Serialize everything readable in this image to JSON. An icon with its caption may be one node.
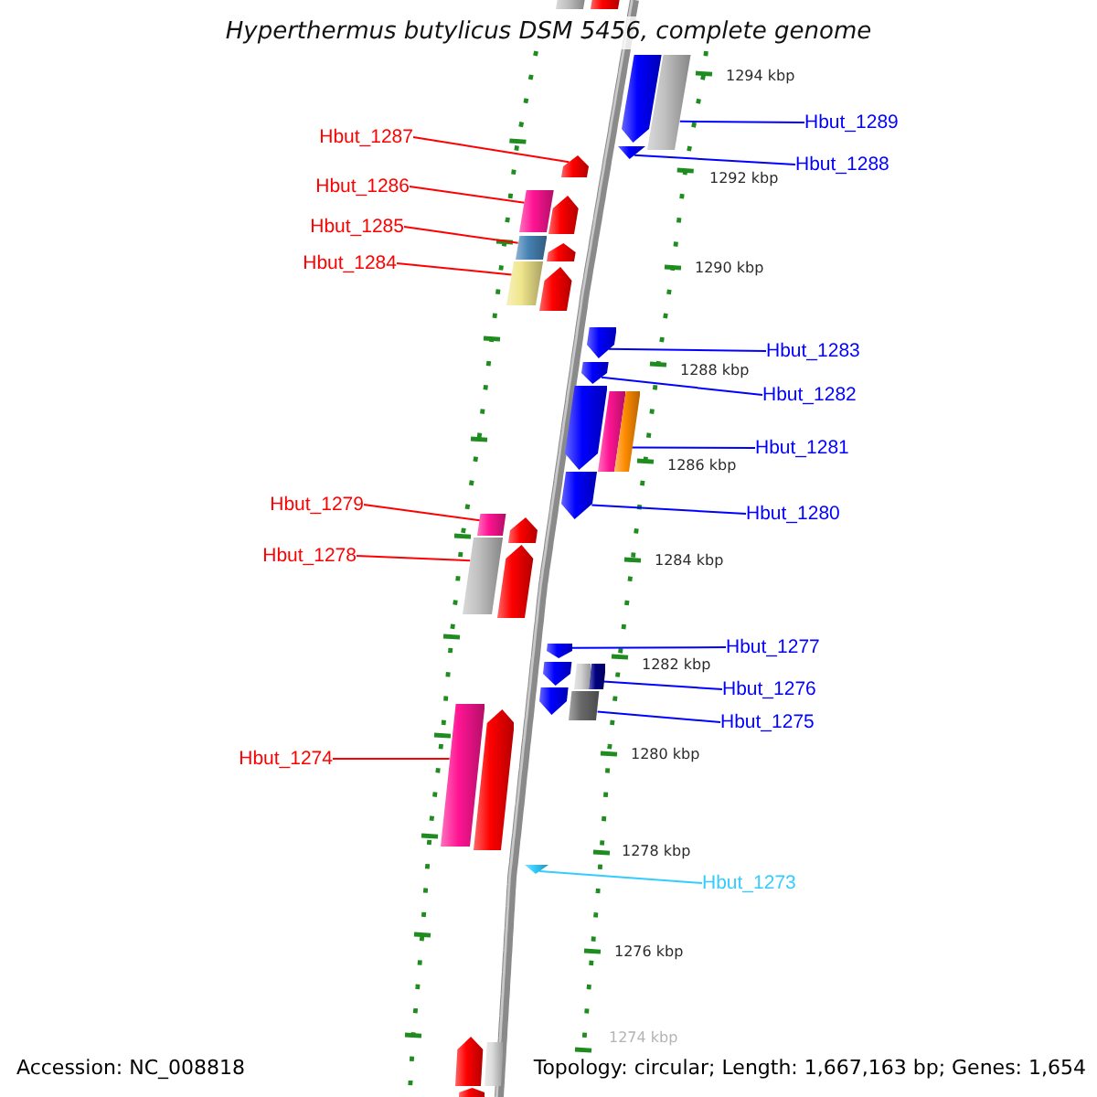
{
  "diagram": {
    "title": "Hyperthermus butylicus DSM 5456, complete genome",
    "nodes": [
      {
        "text": [
          "Hbut_1289"
        ]
      },
      {
        "text": [
          "Hbut_1287"
        ]
      },
      {
        "text": [
          "Hbut_1288"
        ]
      },
      {
        "text": [
          "Hbut_1286"
        ]
      },
      {
        "text": [
          "Hbut_1285"
        ]
      },
      {
        "text": [
          "Hbut_1284"
        ]
      },
      {
        "text": [
          "Hbut_1283"
        ]
      },
      {
        "text": [
          "Hbut_1282"
        ]
      },
      {
        "text": [
          "Hbut_1281"
        ]
      },
      {
        "text": [
          "Hbut_1279"
        ]
      },
      {
        "text": [
          "Hbut_1280"
        ]
      },
      {
        "text": [
          "Hbut_1278"
        ]
      },
      {
        "text": [
          "Hbut_1277"
        ]
      },
      {
        "text": [
          "Hbut_1276"
        ]
      },
      {
        "text": [
          "Hbut_1275"
        ]
      },
      {
        "text": [
          "Hbut_1274"
        ]
      },
      {
        "text": [
          "Hbut_1273"
        ]
      },
      {
        "text": [],
        "shape": "box"
      },
      {
        "text": [],
        "shape": "box"
      },
      {
        "text": [],
        "shape": "pentagon"
      },
      {
        "text": [],
        "shape": "box"
      },
      {
        "text": [],
        "shape": "triangle"
      },
      {
        "text": [],
        "shape": "pentagon"
      },
      {
        "text": [],
        "shape": "box"
      },
      {
        "text": [],
        "shape": "pentagon"
      },
      {
        "text": [],
        "shape": "box"
      },
      {
        "text": [],
        "shape": "pentagon"
      },
      {
        "text": [],
        "shape": "box"
      },
      {
        "text": [],
        "shape": "pentagon"
      },
      {
        "text": [],
        "shape": "pentagon"
      },
      {
        "text": [],
        "shape": "pentagon"
      },
      {
        "text": [],
        "shape": "pentagon"
      },
      {
        "text": [],
        "shape": "box"
      },
      {
        "text": [],
        "shape": "box"
      },
      {
        "text": [],
        "shape": "pentagon"
      },
      {
        "text": [],
        "shape": "box"
      },
      {
        "text": [],
        "shape": "pentagon"
      },
      {
        "text": [],
        "shape": "box"
      },
      {
        "text": [],
        "shape": "pentagon"
      },
      {
        "text": [],
        "shape": "pentagon"
      },
      {
        "text": [],
        "shape": "pentagon"
      },
      {
        "text": [],
        "shape": "box"
      },
      {
        "text": [],
        "shape": "box"
      },
      {
        "text": [],
        "shape": "pentagon"
      },
      {
        "text": [],
        "shape": "box"
      },
      {
        "text": [],
        "shape": "box"
      },
      {
        "text": [],
        "shape": "pentagon"
      },
      {
        "text": [],
        "shape": "triangle"
      },
      {
        "text": [],
        "shape": "pentagon"
      },
      {
        "text": [],
        "shape": "box"
      },
      {
        "text": [],
        "shape": "pentagon"
      }
    ],
    "edges": [
      {
        "from": 0,
        "to": 20,
        "arrow": "none"
      },
      {
        "from": 1,
        "to": 22,
        "arrow": "none",
        "color": "#ff0000"
      },
      {
        "from": 2,
        "to": 21,
        "arrow": "none"
      },
      {
        "from": 3,
        "to": 23,
        "arrow": "none",
        "color": "#ff0000"
      },
      {
        "from": 4,
        "to": 25,
        "arrow": "none",
        "color": "#ff0000"
      },
      {
        "from": 5,
        "to": 27,
        "arrow": "none",
        "color": "#ff0000"
      },
      {
        "from": 6,
        "to": 29,
        "arrow": "none"
      },
      {
        "from": 7,
        "to": 30,
        "arrow": "none"
      },
      {
        "from": 8,
        "to": 33,
        "arrow": "none"
      },
      {
        "from": 9,
        "to": 35,
        "arrow": "none",
        "color": "#ff0000"
      },
      {
        "from": 10,
        "to": 34,
        "arrow": "none"
      },
      {
        "from": 11,
        "to": 37,
        "arrow": "none",
        "color": "#ff0000"
      },
      {
        "from": 12,
        "to": 39,
        "arrow": "none"
      },
      {
        "from": 13,
        "to": 42,
        "arrow": "none"
      },
      {
        "from": 14,
        "to": 44,
        "arrow": "none"
      },
      {
        "from": 15,
        "to": 45,
        "arrow": "none",
        "color": "#ff0000"
      },
      {
        "from": 16,
        "to": 47,
        "arrow": "none",
        "color": "#33ccff"
      }
    ],
    "labels": [
      "1294 kbp",
      "1292 kbp",
      "1290 kbp",
      "1288 kbp",
      "1286 kbp",
      "1284 kbp",
      "1282 kbp",
      "1280 kbp",
      "1278 kbp",
      "1276 kbp",
      "1274 kbp",
      "Accession: NC_008818",
      "Topology: circular; Length: 1,667,163 bp; Genes: 1,654"
    ]
  }
}
